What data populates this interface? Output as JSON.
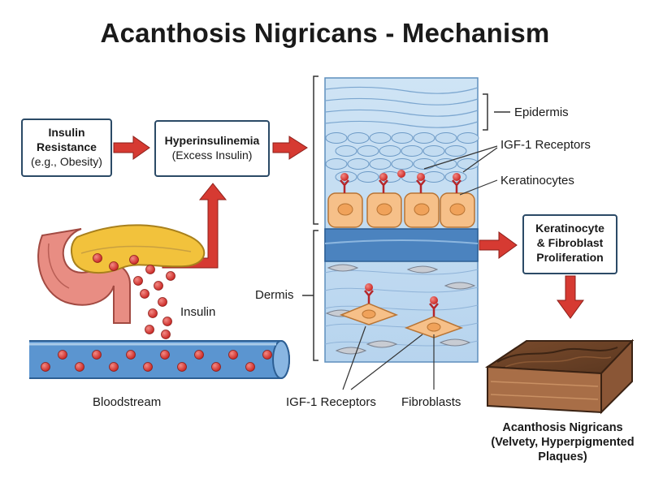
{
  "title": "Acanthosis Nigricans - Mechanism",
  "boxes": {
    "insulin_resistance": {
      "line1": "Insulin",
      "line2": "Resistance",
      "line3": "(e.g., Obesity)"
    },
    "hyperinsulinemia": {
      "line1": "Hyperinsulinemia",
      "line2": "(Excess Insulin)"
    },
    "proliferation": {
      "line1": "Keratinocyte",
      "line2": "& Fibroblast",
      "line3": "Proliferation"
    }
  },
  "labels": {
    "insulin": "Insulin",
    "bloodstream": "Bloodstream",
    "epidermis": "Epidermis",
    "igf1_top": "IGF-1 Receptors",
    "keratinocytes": "Keratinocytes",
    "dermis": "Dermis",
    "igf1_bottom": "IGF-1 Receptors",
    "fibroblasts": "Fibroblasts"
  },
  "result": {
    "line1": "Acanthosis Nigricans",
    "line2": "(Velvety, Hyperpigmented",
    "line3": "Plaques)"
  },
  "colors": {
    "arrow_red": "#d63a32",
    "box_border": "#2b4a66",
    "insulin_red": "#d9302f",
    "pancreas_yellow": "#f2c23c",
    "intestine_pink": "#e88d83",
    "vessel_blue": "#3c78b8",
    "skin_plaque_brown": "#6b4126",
    "cell_orange": "#f6c089"
  }
}
